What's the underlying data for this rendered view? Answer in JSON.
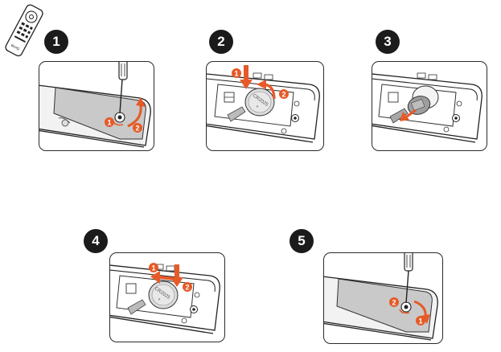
{
  "accent_color": "#e65a28",
  "remote_icon": {
    "icon": "remote-control-icon",
    "brand_text": "BenQ"
  },
  "steps": [
    {
      "number": "1",
      "sub_labels": [
        "1",
        "2"
      ]
    },
    {
      "number": "2",
      "sub_labels": [
        "1",
        "2"
      ],
      "coin_text": [
        "CR2025",
        "+"
      ]
    },
    {
      "number": "3"
    },
    {
      "number": "4",
      "sub_labels": [
        "1",
        "2"
      ],
      "coin_text": [
        "CR2025",
        "+"
      ]
    },
    {
      "number": "5",
      "sub_labels": [
        "2",
        "1"
      ]
    }
  ]
}
